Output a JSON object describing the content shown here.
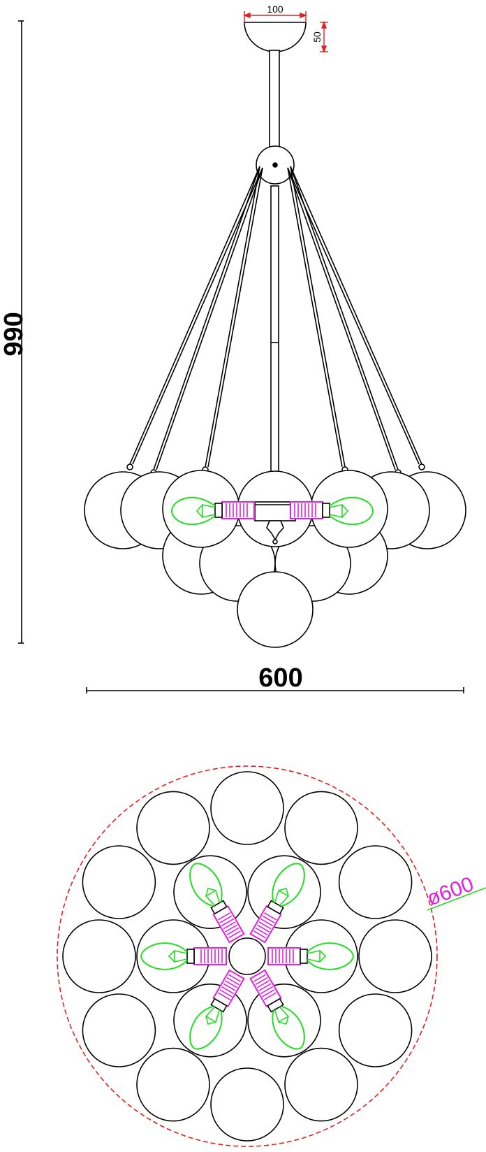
{
  "dimensions": {
    "height_label": "990",
    "width_label": "600",
    "canopy_width_label": "100",
    "canopy_height_label": "50",
    "plan_diameter_label": "ø600"
  },
  "colors": {
    "line": "#000000",
    "dimension_red": "#e02020",
    "bulb_green": "#22dd22",
    "socket_magenta": "#e020e0"
  }
}
